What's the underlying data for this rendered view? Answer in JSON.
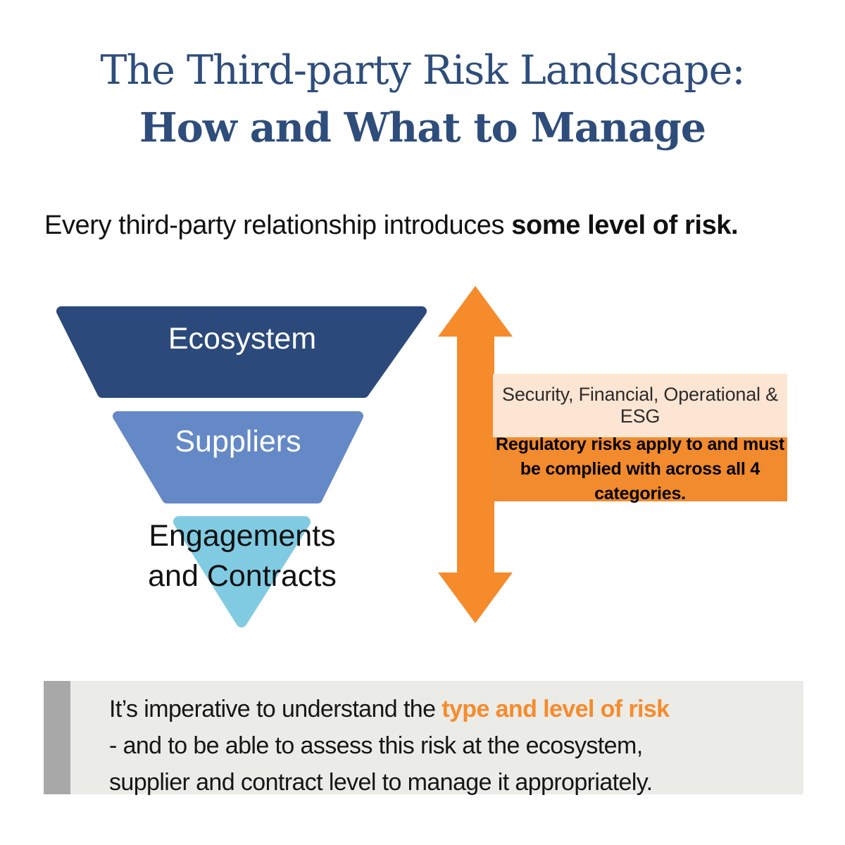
{
  "title": {
    "line1": "The Third-party Risk Landscape:",
    "line2": "How and What to Manage",
    "color": "#2e4d7b"
  },
  "intro": {
    "text": "Every third-party relationship introduces ",
    "bold": "some level of risk."
  },
  "funnel": {
    "levels": [
      {
        "label": "Ecosystem",
        "color": "#2b4a7b",
        "text_color": "#ffffff"
      },
      {
        "label": "Suppliers",
        "color": "#6489c6",
        "text_color": "#ffffff"
      },
      {
        "label": "Engagements and Contracts",
        "color": "#80cbe2",
        "text_color": "#111111"
      }
    ]
  },
  "arrow": {
    "name": "double-headed-risk-arrow",
    "color": "#f68b2c"
  },
  "callouts": {
    "categories_box": {
      "text": "Security, Financial, Operational & ESG",
      "bg": "#fce5d2"
    },
    "regulatory_box": {
      "line1": "Regulatory risks apply to and must",
      "line2": "be complied with across all 4 categories.",
      "bg": "#f28a2e"
    }
  },
  "footer": {
    "line1_prefix": "It’s imperative to understand the ",
    "line1_highlight": "type and level of risk",
    "line2": "- and to be able to assess this risk at the ecosystem,",
    "line3": "supplier and contract level to manage it appropriately.",
    "highlight_color": "#f68b2c",
    "bg": "#ebebe7",
    "bar_color": "#a8a8a8"
  }
}
